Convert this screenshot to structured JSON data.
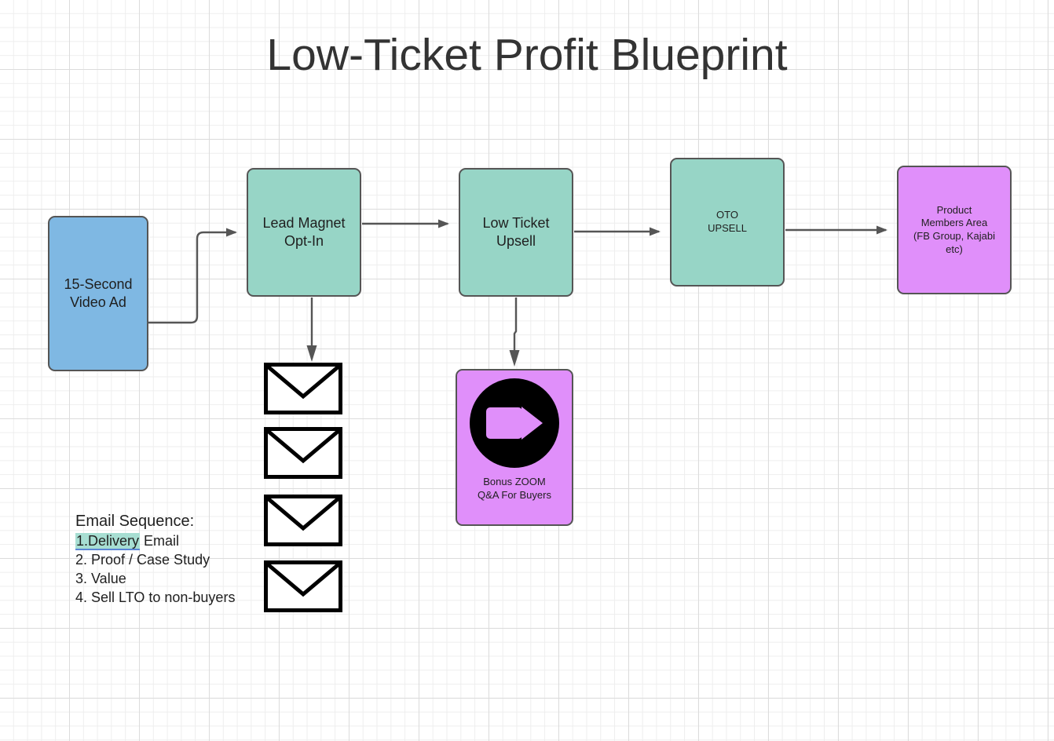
{
  "diagram": {
    "title": "Low-Ticket Profit Blueprint",
    "colors": {
      "blue_node": "#7FB8E3",
      "teal_node": "#97D5C6",
      "purple_node": "#E08FFA",
      "node_border": "#555555",
      "connector": "#555555",
      "highlight": "#A7DED2",
      "highlight_underline": "#5b86d6",
      "canvas_background": "#FFFFFF",
      "grid_minor": "#EEEEEE",
      "grid_major": "#DCDCDC",
      "envelope_stroke": "#000000",
      "zoom_icon_circle": "#000000"
    },
    "nodes": {
      "video_ad": {
        "label": "15-Second\nVideo Ad",
        "color": "#7FB8E3"
      },
      "lead_magnet": {
        "label": "Lead Magnet\nOpt-In",
        "color": "#97D5C6"
      },
      "low_ticket": {
        "label": "Low Ticket\nUpsell",
        "color": "#97D5C6"
      },
      "oto_upsell": {
        "label": "OTO\nUPSELL",
        "color": "#97D5C6"
      },
      "members_area": {
        "label": "Product\nMembers Area\n(FB Group, Kajabi\netc)",
        "color": "#E08FFA"
      },
      "zoom_bonus": {
        "caption": "Bonus ZOOM\nQ&A For Buyers",
        "icon": "zoom-video-camera-icon",
        "color": "#E08FFA"
      }
    },
    "email_sequence": {
      "heading": "Email Sequence:",
      "items": [
        {
          "number": "1.",
          "highlighted_text": "Delivery",
          "rest": " Email"
        },
        {
          "text": "2. Proof / Case Study"
        },
        {
          "text": "3. Value"
        },
        {
          "text": "4. Sell LTO to non-buyers"
        }
      ]
    },
    "envelopes": [
      {
        "name": "email-envelope-1"
      },
      {
        "name": "email-envelope-2"
      },
      {
        "name": "email-envelope-3"
      },
      {
        "name": "email-envelope-4"
      }
    ],
    "connections": [
      {
        "from": "video_ad",
        "to": "lead_magnet",
        "style": "elbow-arrow"
      },
      {
        "from": "lead_magnet",
        "to": "low_ticket",
        "style": "straight-arrow"
      },
      {
        "from": "low_ticket",
        "to": "oto_upsell",
        "style": "straight-arrow"
      },
      {
        "from": "oto_upsell",
        "to": "members_area",
        "style": "straight-arrow"
      },
      {
        "from": "lead_magnet",
        "to": "email-envelope-1",
        "style": "down-arrow"
      },
      {
        "from": "low_ticket",
        "to": "zoom_bonus",
        "style": "down-arrow"
      }
    ]
  }
}
